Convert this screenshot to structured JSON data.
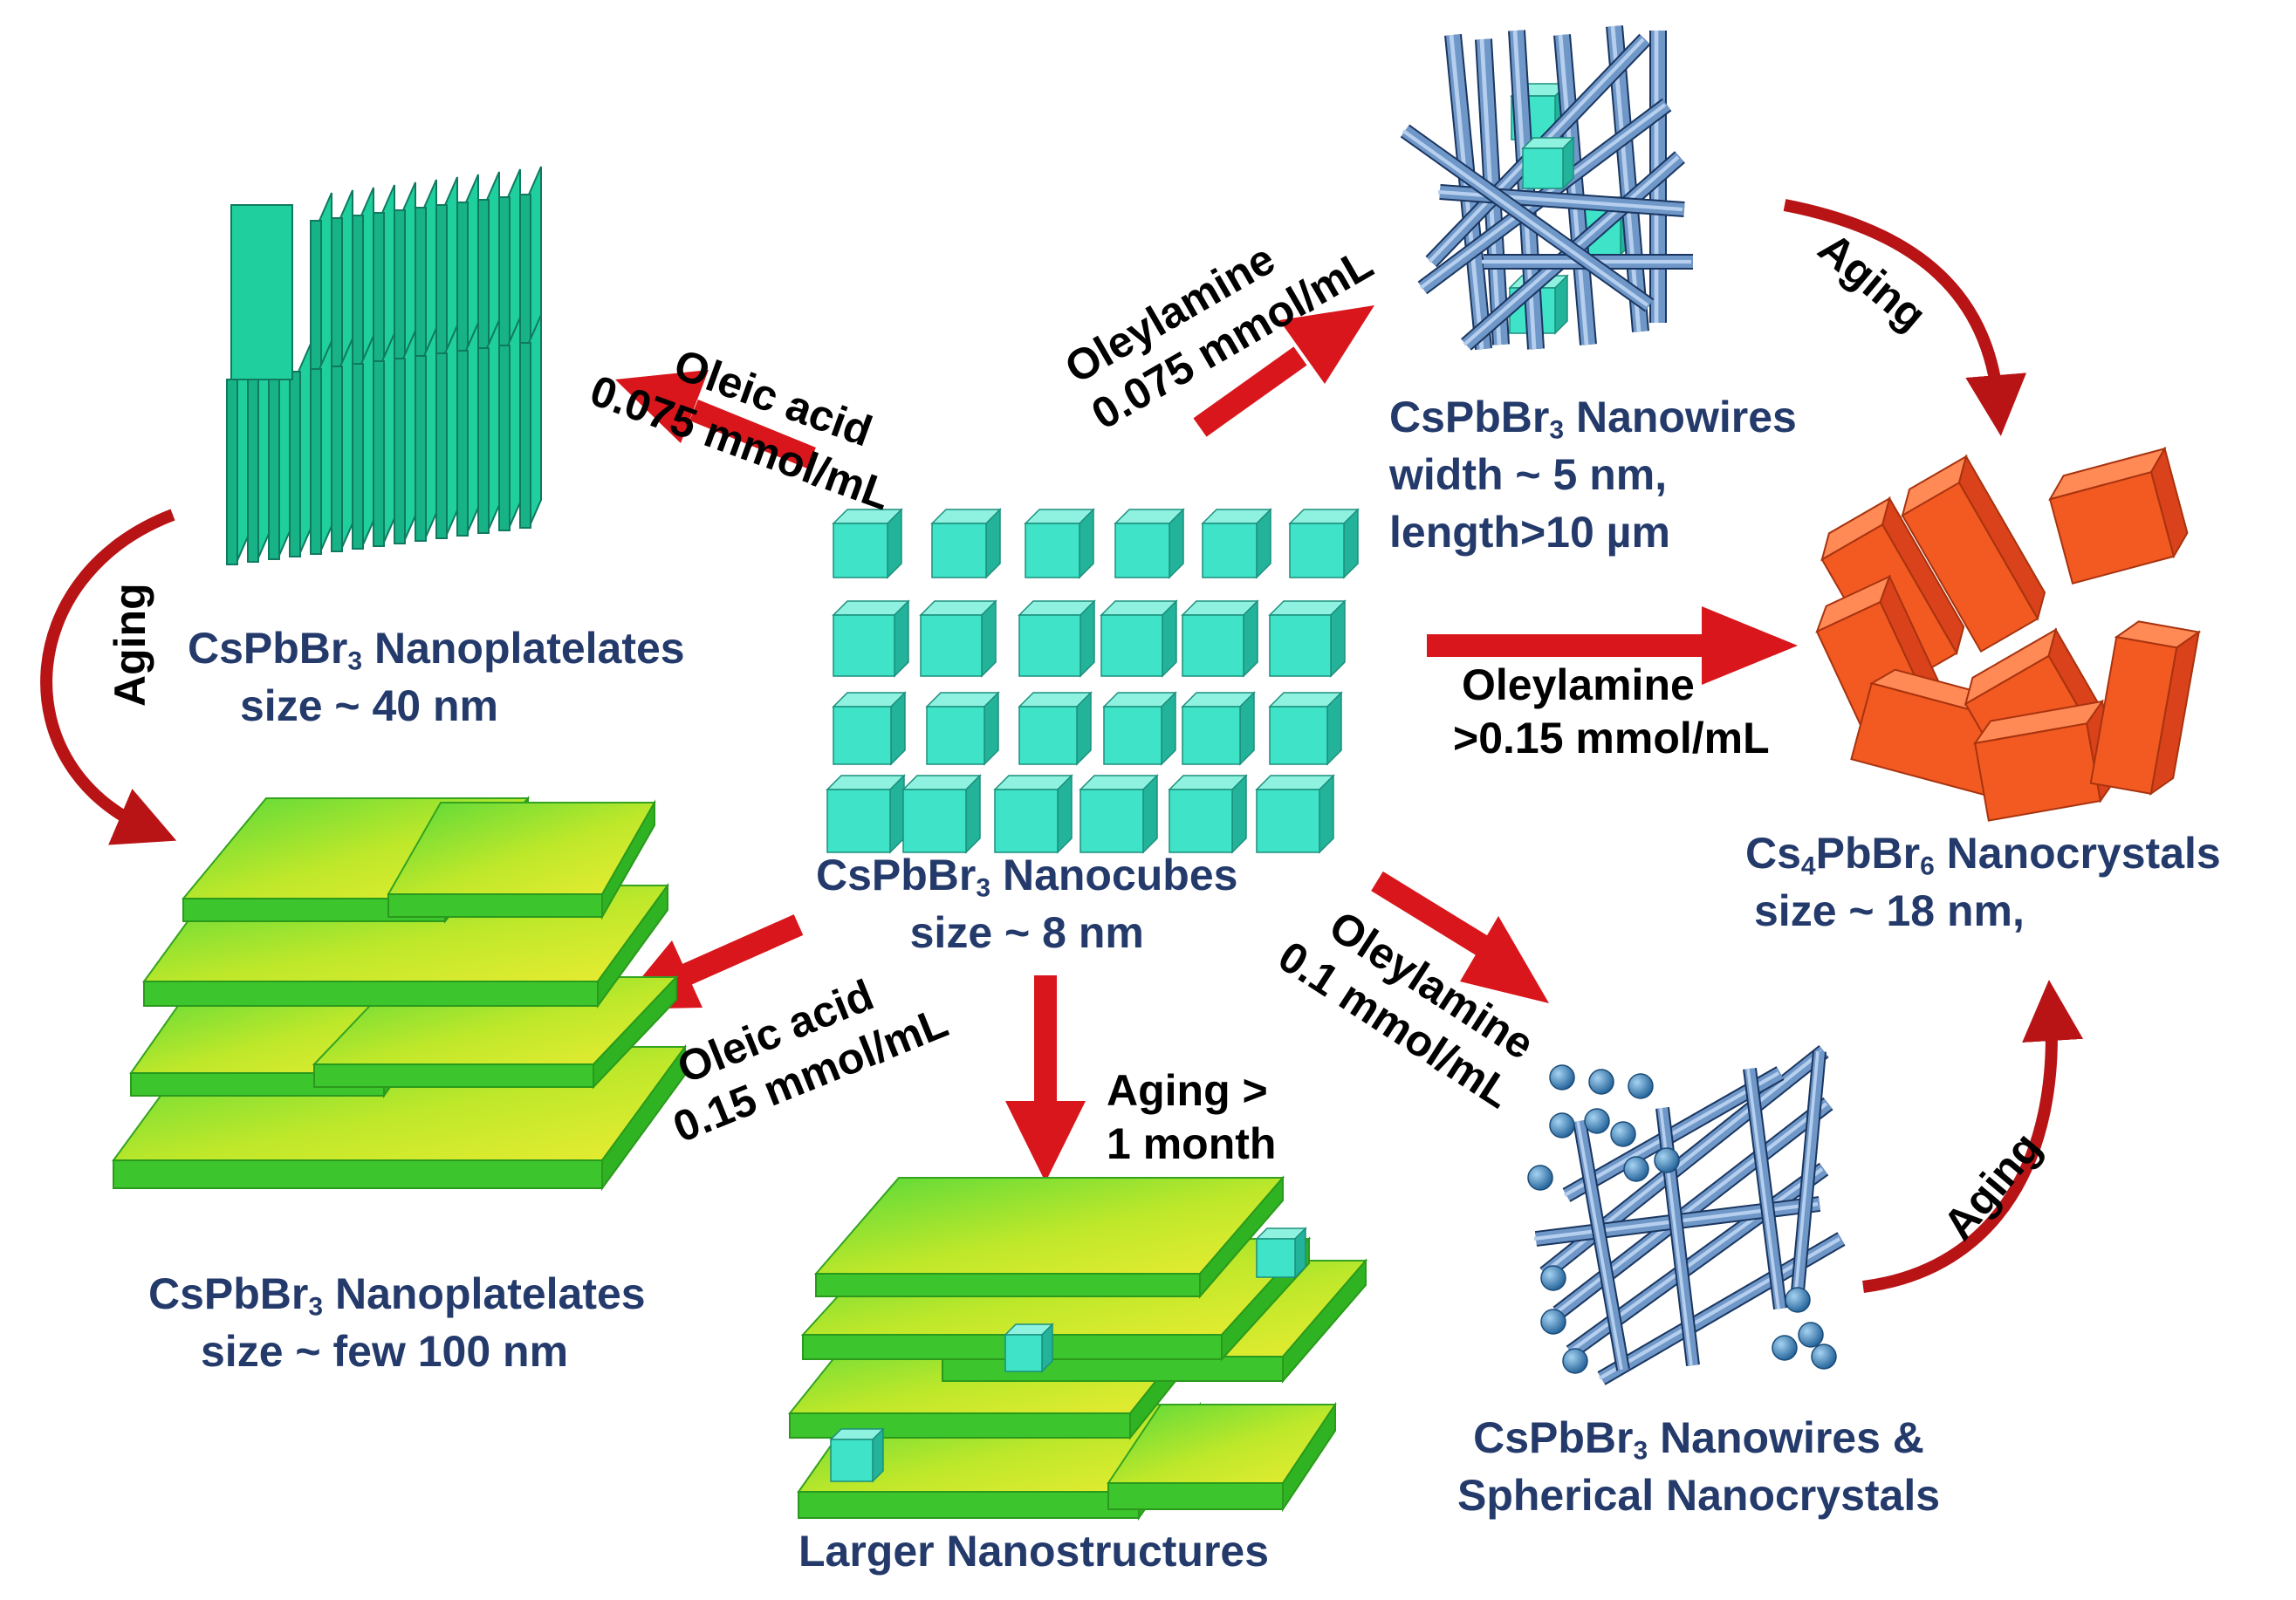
{
  "colors": {
    "label_text": "#233a6b",
    "condition_text": "#000000",
    "arrow": "#d8161b",
    "aging_arrow": "#b81416",
    "cube": "#3fe3c8",
    "platelet_stack": "#1fcf9e",
    "plate": "#4fd83a",
    "wire": "#3d6aa0",
    "crystal": "#f25a22",
    "sphere": "#3c86bd"
  },
  "icons": [
    "nanocube-icon",
    "nanoplatelet-stack-icon",
    "nanoplate-icon",
    "nanowire-icon",
    "rod-crystal-icon",
    "sphere-icon",
    "reaction-arrow-icon",
    "aging-arrow-icon"
  ],
  "nodes": {
    "nanocubes": {
      "line1_pre": "CsPbBr",
      "line1_sub": "3",
      "line1_post": " Nanocubes",
      "line2": "size ~ 8 nm"
    },
    "nanoplatelets_small": {
      "line1_pre": "CsPbBr",
      "line1_sub": "3",
      "line1_post": " Nanoplatelates",
      "line2": "size ~ 40 nm"
    },
    "nanoplatelets_large": {
      "line1_pre": "CsPbBr",
      "line1_sub": "3",
      "line1_post": " Nanoplatelates",
      "line2": "size ~ few 100 nm"
    },
    "nanowires": {
      "line1_pre": "CsPbBr",
      "line1_sub": "3",
      "line1_post": " Nanowires",
      "line2": "width ~ 5 nm,",
      "line3": "length>10 µm"
    },
    "cs4_nanocrystals": {
      "line1_pre": "Cs",
      "line1_sub": "4",
      "line1_mid": "PbBr",
      "line1_sub2": "6",
      "line1_post": " Nanocrystals",
      "line2": "size ~ 18 nm,"
    },
    "wires_spheres": {
      "line1_pre": "CsPbBr",
      "line1_sub": "3",
      "line1_post": " Nanowires &",
      "line2": "Spherical Nanocrystals"
    },
    "larger": {
      "line1": "Larger Nanostructures"
    }
  },
  "conditions": {
    "oleic_low": {
      "line1": "Oleic acid",
      "line2": "0.075 mmol/mL"
    },
    "oleyl_low": {
      "line1": "Oleylamine",
      "line2": "0.075 mmol/mL"
    },
    "oleyl_high": {
      "line1": "Oleylamine",
      "line2": ">0.15 mmol/mL"
    },
    "oleic_high": {
      "line1": "Oleic acid",
      "line2": "0.15 mmol/mL"
    },
    "oleyl_mid": {
      "line1": "Oleylamine",
      "line2": "0.1 mmol/mL"
    },
    "aging_month": {
      "line1": "Aging >",
      "line2": "1 month"
    }
  },
  "aging_labels": {
    "left": "Aging",
    "top_right": "Aging",
    "bottom_right": "Aging"
  }
}
